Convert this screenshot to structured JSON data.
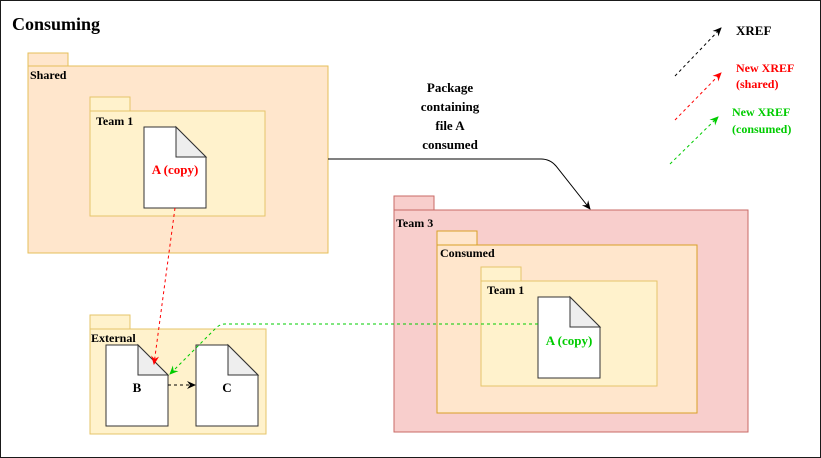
{
  "title": "Consuming",
  "colors": {
    "black": "#000000",
    "red": "#ff0000",
    "green": "#00cc00",
    "shared_fill": "#ffe6cc",
    "shared_stroke": "#d6b656",
    "team_fill": "#fff2cc",
    "team3_fill": "#f8cecc",
    "team3_stroke": "#b85450",
    "consumed_stroke": "#d79b00"
  },
  "packages": {
    "shared": {
      "label": "Shared"
    },
    "shared_team1": {
      "label": "Team 1"
    },
    "external": {
      "label": "External"
    },
    "team3": {
      "label": "Team 3"
    },
    "consumed": {
      "label": "Consumed"
    },
    "consumed_team1": {
      "label": "Team 1"
    }
  },
  "files": {
    "shared_a": {
      "label": "A (copy)"
    },
    "b": {
      "label": "B"
    },
    "c": {
      "label": "C"
    },
    "consumed_a": {
      "label": "A (copy)"
    }
  },
  "edge_label": {
    "lines": [
      "Package",
      "containing",
      "file A",
      "consumed"
    ]
  },
  "legend": {
    "xref": {
      "lines": [
        "XREF"
      ]
    },
    "new_shared": {
      "lines": [
        "New XREF",
        "(shared)"
      ]
    },
    "new_consumed": {
      "lines": [
        "New XREF",
        "(consumed)"
      ]
    }
  }
}
